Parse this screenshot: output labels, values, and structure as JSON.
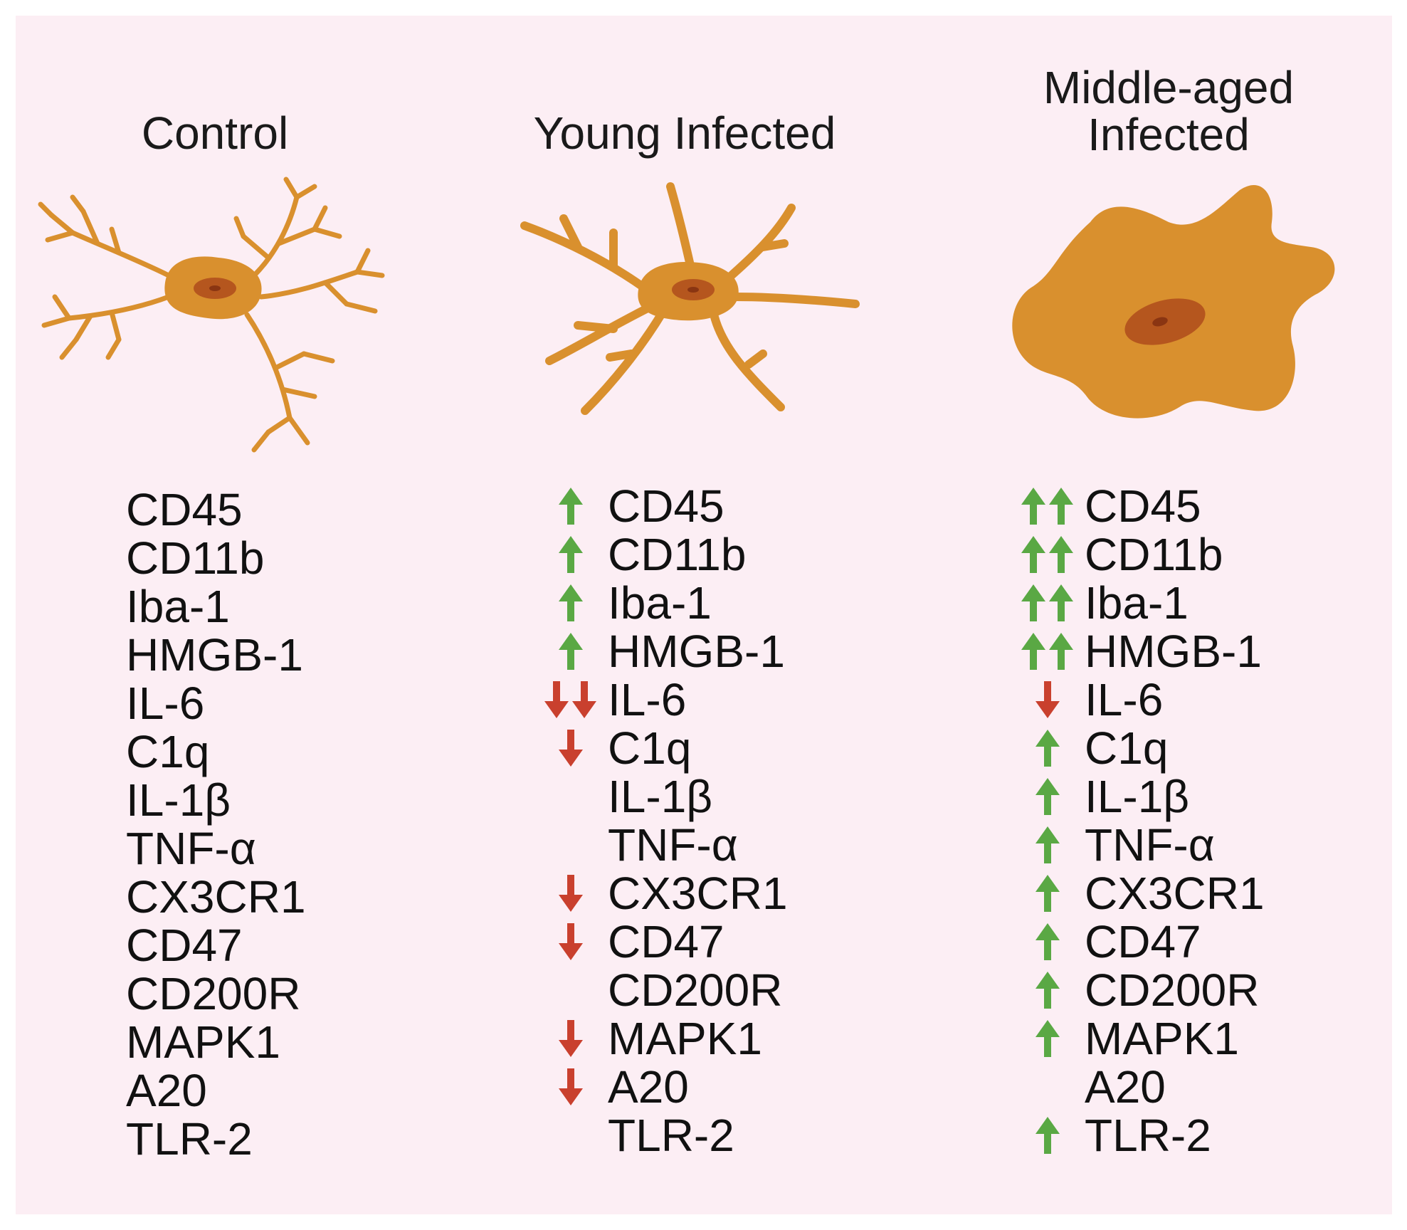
{
  "columns": [
    {
      "title": "Control",
      "cell_shape": "ramified-microglia-icon"
    },
    {
      "title": "Young Infected",
      "cell_shape": "hyper-ramified-microglia-icon"
    },
    {
      "title_line1": "Middle-aged",
      "title_line2": "Infected",
      "cell_shape": "amoeboid-microglia-icon"
    }
  ],
  "markers": [
    "CD45",
    "CD11b",
    "Iba-1",
    "HMGB-1",
    "IL-6",
    "C1q",
    "IL-1β",
    "TNF-α",
    "CX3CR1",
    "CD47",
    "CD200R",
    "MAPK1",
    "A20",
    "TLR-2"
  ],
  "changes": {
    "young_infected": [
      "up",
      "up",
      "up",
      "up",
      "down2",
      "down",
      "",
      "",
      "down",
      "down",
      "",
      "down",
      "down",
      ""
    ],
    "middle_aged_infected": [
      "up2",
      "up2",
      "up2",
      "up2",
      "down",
      "up",
      "up",
      "up",
      "up",
      "up",
      "up",
      "up",
      "",
      "up"
    ]
  },
  "colors": {
    "background": "#fceef4",
    "cell": "#d9902e",
    "nucleus": "#b5561e",
    "nucleolus": "#8a3512",
    "up": "#5aa844",
    "down": "#c9402e"
  }
}
